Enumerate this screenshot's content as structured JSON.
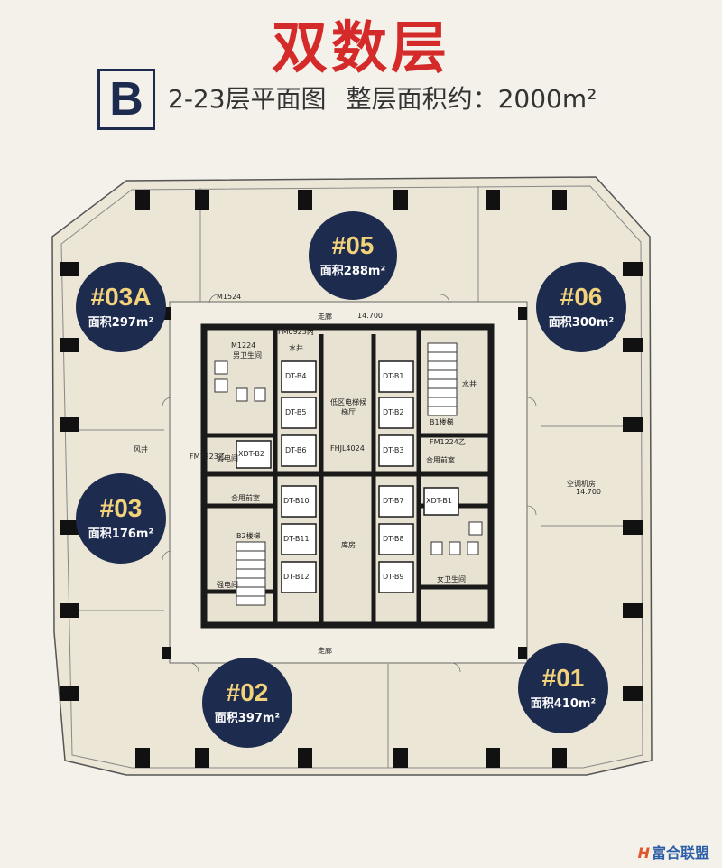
{
  "header": {
    "title": "双数层",
    "badge": "B",
    "floor_range": "2-23层平面图",
    "total_area_label": "整层面积约：2000m²"
  },
  "units": [
    {
      "id": "unit-05",
      "number": "#05",
      "area": "面积288m²"
    },
    {
      "id": "unit-03a",
      "number": "#03A",
      "area": "面积297m²"
    },
    {
      "id": "unit-06",
      "number": "#06",
      "area": "面积300m²"
    },
    {
      "id": "unit-03",
      "number": "#03",
      "area": "面积176m²"
    },
    {
      "id": "unit-02",
      "number": "#02",
      "area": "面积397m²"
    },
    {
      "id": "unit-01",
      "number": "#01",
      "area": "面积410m²"
    }
  ],
  "plan_labels": {
    "corridor_top": "走廊",
    "corridor_bottom": "走廊",
    "elevation_top": "14.700",
    "elevation_ac": "14.700",
    "lobby": "低区电梯候梯厅",
    "fire_shutter": "FHJL4024",
    "mens_wc": "男卫生间",
    "womens_wc": "女卫生间",
    "water_shaft_1": "水井",
    "water_shaft_2": "水井",
    "stair_b1": "B1楼梯",
    "stair_b2": "B2楼梯",
    "shared_front_room_1": "合用前室",
    "shared_front_room_2": "合用前室",
    "storage": "库房",
    "ac_room": "空调机房",
    "wind_shaft": "风井",
    "weak_electric": "弱电间",
    "strong_electric": "强电间",
    "door_m1524": "M1524",
    "door_m1224": "M1224",
    "door_fm0923": "FM0923丙",
    "door_fm1224": "FM1224乙",
    "door_fm1223": "FM1223乙",
    "elevators_left": [
      "DT-B4",
      "DT-B5",
      "DT-B6",
      "DT-B10",
      "DT-B11",
      "DT-B12"
    ],
    "elevators_right": [
      "DT-B1",
      "DT-B2",
      "DT-B3",
      "DT-B7",
      "DT-B8",
      "DT-B9"
    ],
    "service_lift_left": "XDT-B2",
    "service_lift_right": "XDT-B1"
  },
  "watermark": {
    "logo": "H",
    "text": "富合联盟"
  },
  "colors": {
    "title_red": "#d42a2a",
    "navy": "#1d2b4f",
    "gold": "#f2d27a",
    "plan_fill": "#ece6d6",
    "wall": "#1a1a1a"
  }
}
